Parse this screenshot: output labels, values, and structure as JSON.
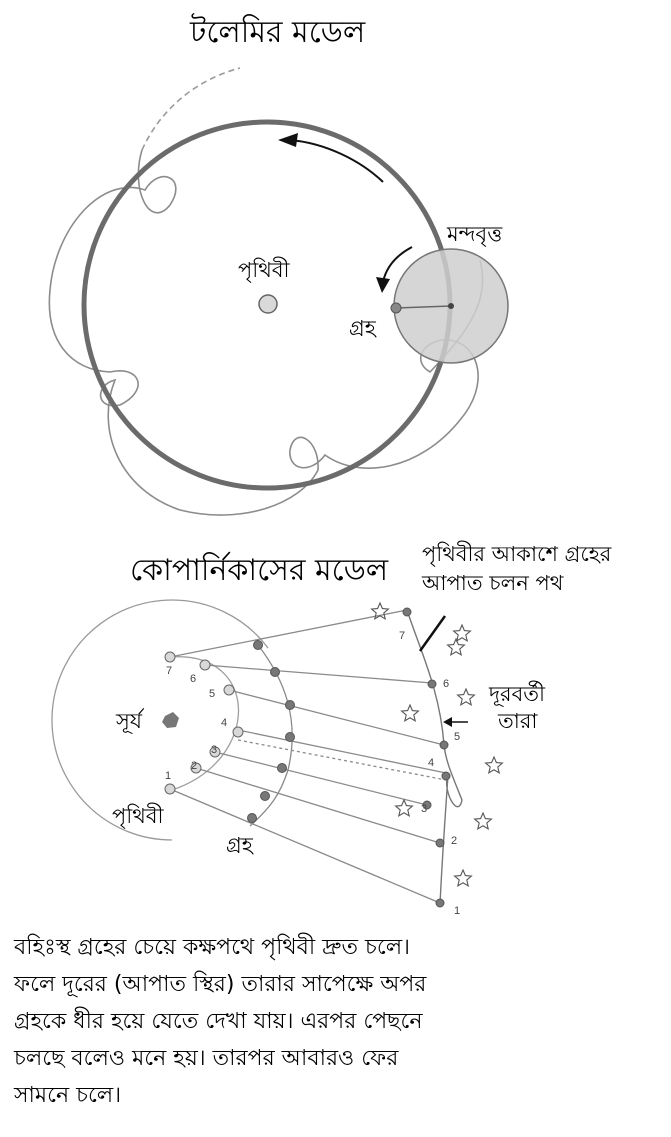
{
  "ptolemy": {
    "title": "টলেমির মডেল",
    "labels": {
      "earth": "পৃথিবী",
      "epicycle": "মন্দবৃত্ত",
      "planet": "গ্রহ"
    }
  },
  "copernicus": {
    "title": "কোপার্নিকাসের মডেল",
    "labels": {
      "sun": "সূর্য",
      "earth": "পৃথিবী",
      "planet": "গ্রহ",
      "apparent_path": [
        "পৃথিবীর আকাশে গ্রহের",
        "আপাত চলন পথ"
      ],
      "distant_stars": [
        "দূরবর্তী",
        "তারা"
      ]
    },
    "inner_numbers": [
      "1",
      "2",
      "3",
      "4",
      "5",
      "6",
      "7"
    ],
    "outer_numbers": [
      "1",
      "2",
      "3",
      "4",
      "5",
      "6",
      "7"
    ]
  },
  "caption": [
    "বহিঃস্থ গ্রহের চেয়ে কক্ষপথে পৃথিবী দ্রুত চলে।",
    "ফলে দূরের (আপাত স্থির) তারার সাপেক্ষে অপর",
    "গ্রহকে ধীর হয়ে যেতে দেখা যায়। এরপর পেছনে",
    "চলছে বলেও মনে হয়। তারপর আবারও ফের",
    "সামনে চলে।"
  ],
  "colors": {
    "deferent": "#6b6b6b",
    "epicycle_fill": "#cfcfcf",
    "line": "#8a8a8a",
    "dot": "#777777"
  }
}
